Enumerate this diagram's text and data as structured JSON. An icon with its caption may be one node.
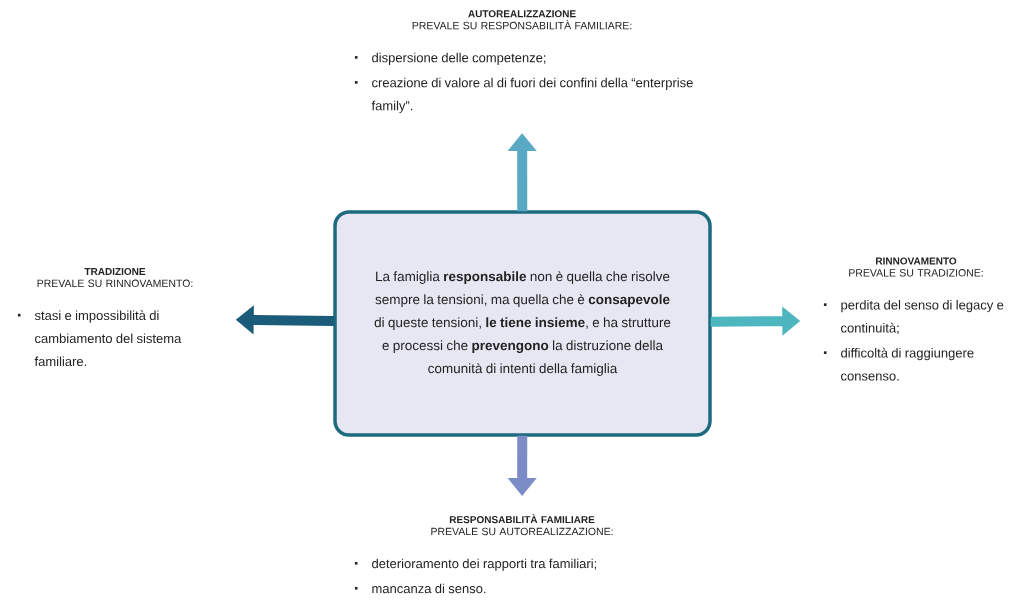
{
  "diagram": {
    "nodes": [
      {
        "text": [
          "AUTOREALIZZAZIONE",
          "PREVALE SU RESPONSABILITÀ FAMILIARE:",
          "dispersione delle competenze;",
          "creazione di valore al di fuori dei confini della “enterprise family”."
        ]
      },
      {
        "text": [
          "TRADIZIONE",
          "PREVALE SU RINNOVAMENTO:",
          "stasi e impossibilità di cambiamento del sistema familiare."
        ]
      },
      {
        "text": [
          "La famiglia **responsabile** non è quella che risolve sempre la tensioni, ma quella che è **consapevole** di queste tensioni, **le tiene insieme**, e ha strutture e processi che **prevengono** la distruzione della comunità di intenti della famiglia"
        ]
      },
      {
        "text": [
          "RINNOVAMENTO",
          "PREVALE SU TRADIZIONE:",
          "perdita del senso di legacy e continuità;",
          "difficoltà di raggiungere consenso."
        ]
      },
      {
        "text": [
          "RESPONSABILITÀ FAMILIARE",
          "PREVALE SU AUTOREALIZZAZIONE:",
          "deterioramento dei rapporti tra familiari;",
          "mancanza di senso."
        ]
      }
    ],
    "edges": [
      {
        "from": 2,
        "to": 0,
        "arrow": "to",
        "color": "#5aa9c4"
      },
      {
        "from": 2,
        "to": 1,
        "arrow": "to",
        "color": "#1b5c7a"
      },
      {
        "from": 2,
        "to": 3,
        "arrow": "to",
        "color": "#4db6bf"
      },
      {
        "from": 2,
        "to": 4,
        "arrow": "to",
        "color": "#7b8cc7"
      }
    ]
  }
}
